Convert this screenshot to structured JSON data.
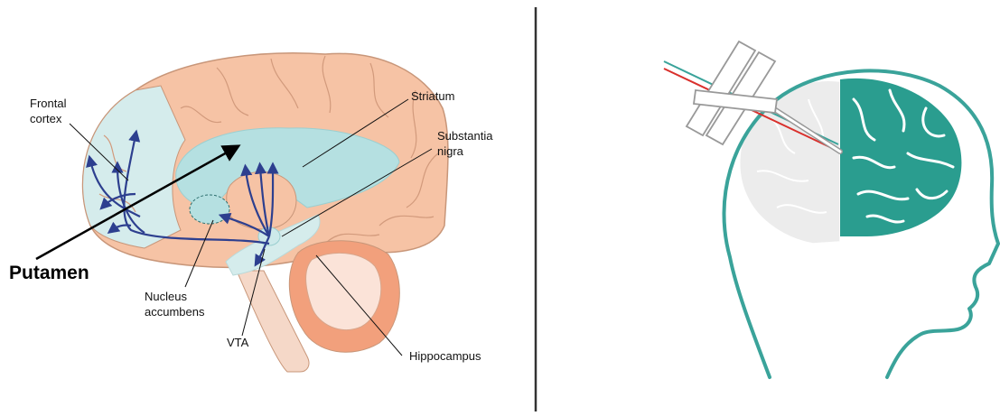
{
  "left_panel": {
    "labels": {
      "frontal_cortex": [
        "Frontal",
        "cortex"
      ],
      "striatum": "Striatum",
      "substantia_nigra": [
        "Substantia",
        "nigra"
      ],
      "putamen": "Putamen",
      "nucleus_accumbens": [
        "Nucleus",
        "accumbens"
      ],
      "vta": "VTA",
      "hippocampus": "Hippocampus"
    },
    "colors": {
      "cortex": "#f6c3a5",
      "cortex_outline": "#c89679",
      "frontal_region": "#d5ecec",
      "striatum": "#b5e0e1",
      "dopamine_pathway": "#2d3f8f",
      "hippocampus_outer": "#f2a07c",
      "hippocampus_inner": "#fbe3d8",
      "brainstem": "#f5d8c8"
    }
  },
  "right_panel": {
    "colors": {
      "head_outline": "#3aa39a",
      "brain_active": "#2a9d8f",
      "brain_inactive": "#ececec",
      "probe_red": "#d9302c",
      "probe_teal": "#3aa39a",
      "device_outline": "#999999"
    }
  },
  "divider_color": "#333333"
}
